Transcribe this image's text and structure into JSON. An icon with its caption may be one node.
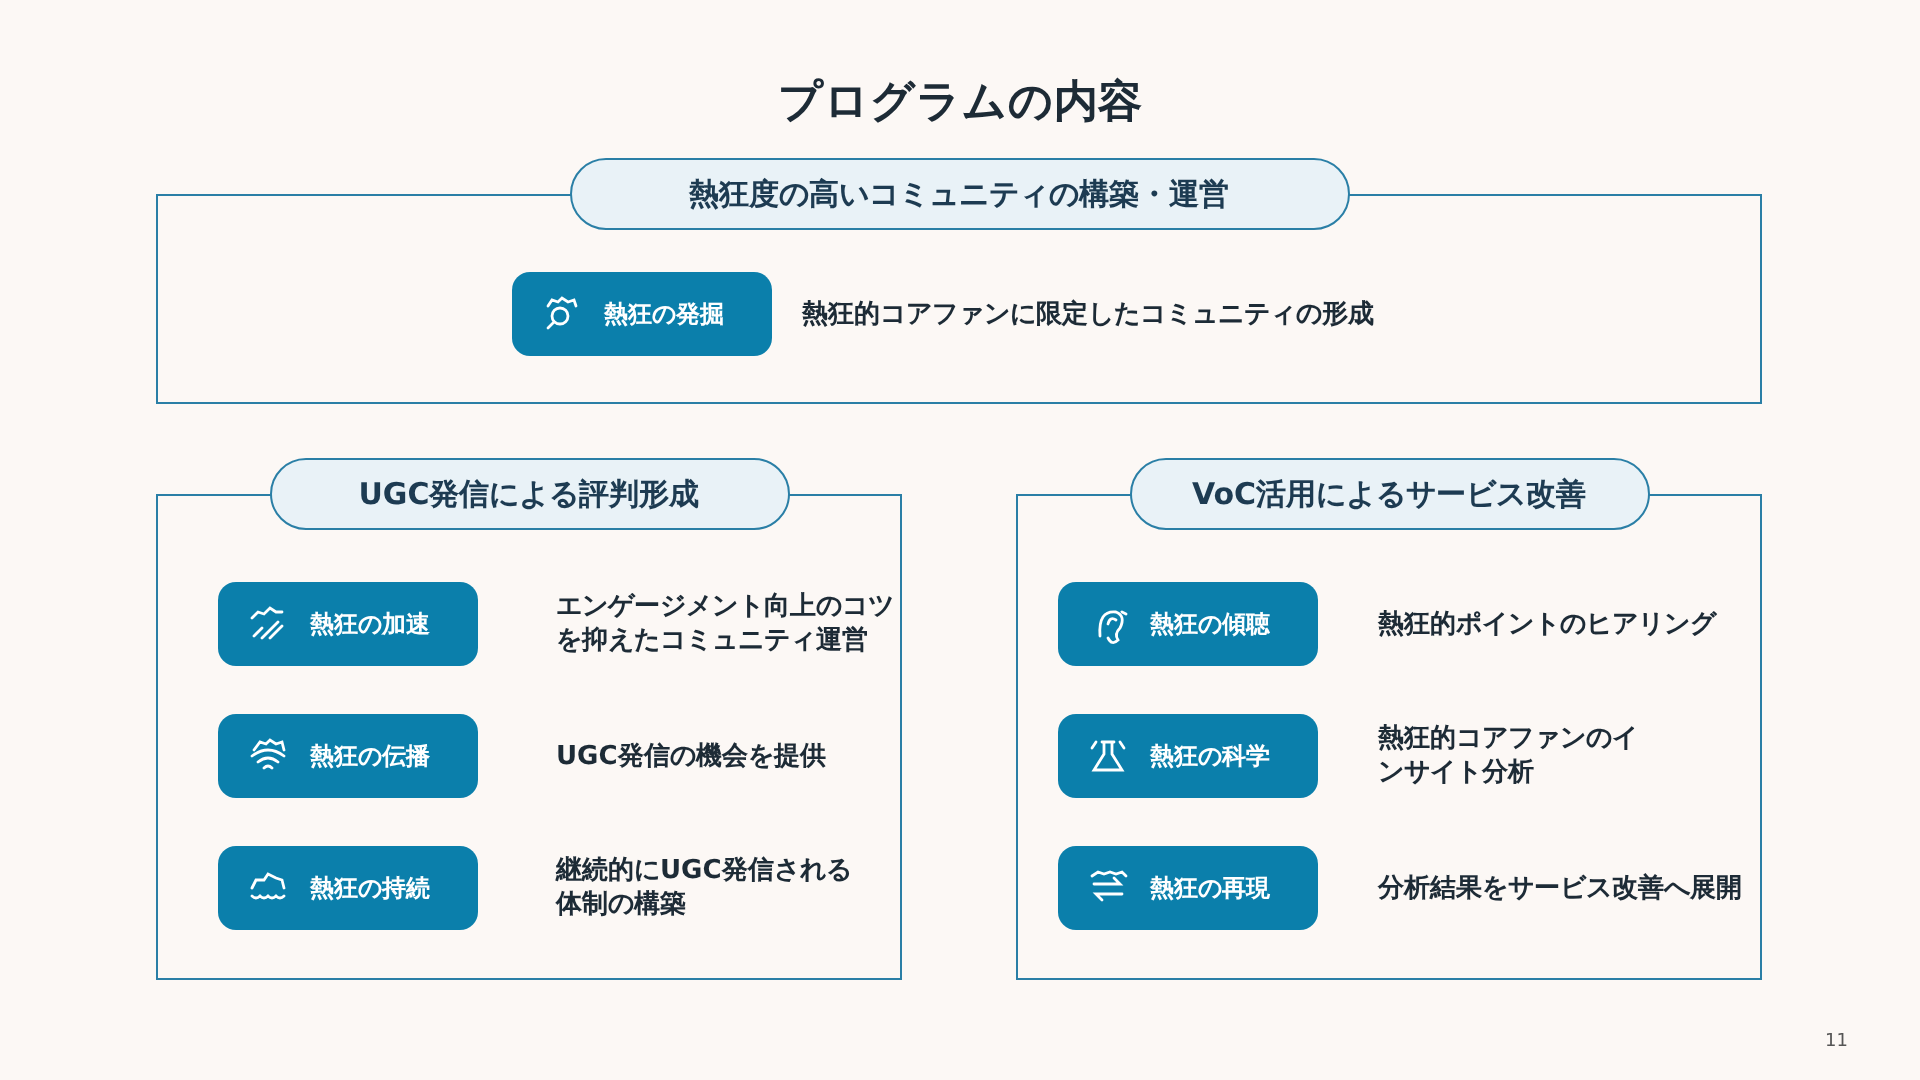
{
  "diagram": {
    "title": "プログラムの内容",
    "nodes": [
      {
        "text": [
          "熱狂度の高いコミュニティの構築・運営"
        ]
      },
      {
        "text": [
          "熱狂の発掘"
        ],
        "in": 0,
        "beside": [
          "熱狂的コアファンに限定したコミュニティの形成"
        ]
      },
      {
        "text": [
          "UGC発信による評判形成"
        ]
      },
      {
        "text": [
          "熱狂の加速"
        ],
        "in": 2,
        "beside": [
          "エンゲージメント向上のコツを抑えたコミュニティ運営"
        ]
      },
      {
        "text": [
          "熱狂の伝播"
        ],
        "in": 2,
        "beside": [
          "UGC発信の機会を提供"
        ]
      },
      {
        "text": [
          "熱狂の持続"
        ],
        "in": 2,
        "beside": [
          "継続的にUGC発信される体制の構築"
        ]
      },
      {
        "text": [
          "VoC活用によるサービス改善"
        ]
      },
      {
        "text": [
          "熱狂の傾聴"
        ],
        "in": 6,
        "beside": [
          "熱狂的ポイントのヒアリング"
        ]
      },
      {
        "text": [
          "熱狂の科学"
        ],
        "in": 6,
        "beside": [
          "熱狂的コアファンのインサイト分析"
        ]
      },
      {
        "text": [
          "熱狂の再現"
        ],
        "in": 6,
        "beside": [
          "分析結果をサービス改善へ展開"
        ]
      }
    ],
    "labels": [
      "11"
    ]
  }
}
